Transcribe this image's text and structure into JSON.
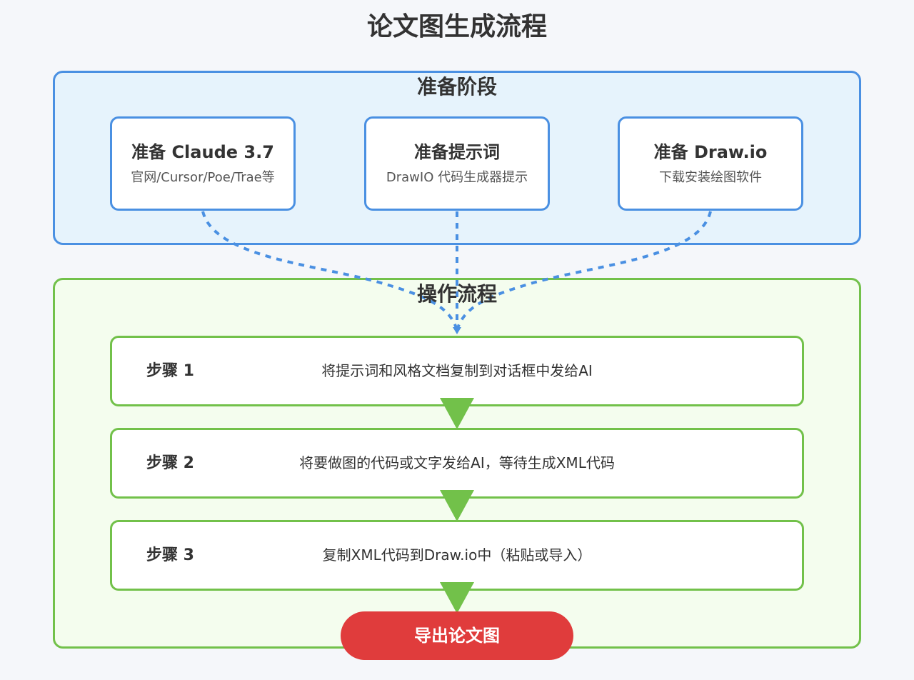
{
  "title": "论文图生成流程",
  "colors": {
    "prep_border": "#4a90e2",
    "prep_fill": "#e6f3fc",
    "ops_border": "#72c14a",
    "ops_fill": "#f4fdee",
    "export_fill": "#e03c3c"
  },
  "prep": {
    "title": "准备阶段",
    "cards": [
      {
        "title": "准备 Claude 3.7",
        "subtitle": "官网/Cursor/Poe/Trae等"
      },
      {
        "title": "准备提示词",
        "subtitle": "DrawIO 代码生成器提示"
      },
      {
        "title": "准备 Draw.io",
        "subtitle": "下载安装绘图软件"
      }
    ]
  },
  "ops": {
    "title": "操作流程",
    "steps": [
      {
        "label": "步骤 1",
        "desc": "将提示词和风格文档复制到对话框中发给AI"
      },
      {
        "label": "步骤 2",
        "desc": "将要做图的代码或文字发给AI，等待生成XML代码"
      },
      {
        "label": "步骤 3",
        "desc": "复制XML代码到Draw.io中（粘贴或导入）"
      }
    ]
  },
  "export": {
    "label": "导出论文图"
  }
}
